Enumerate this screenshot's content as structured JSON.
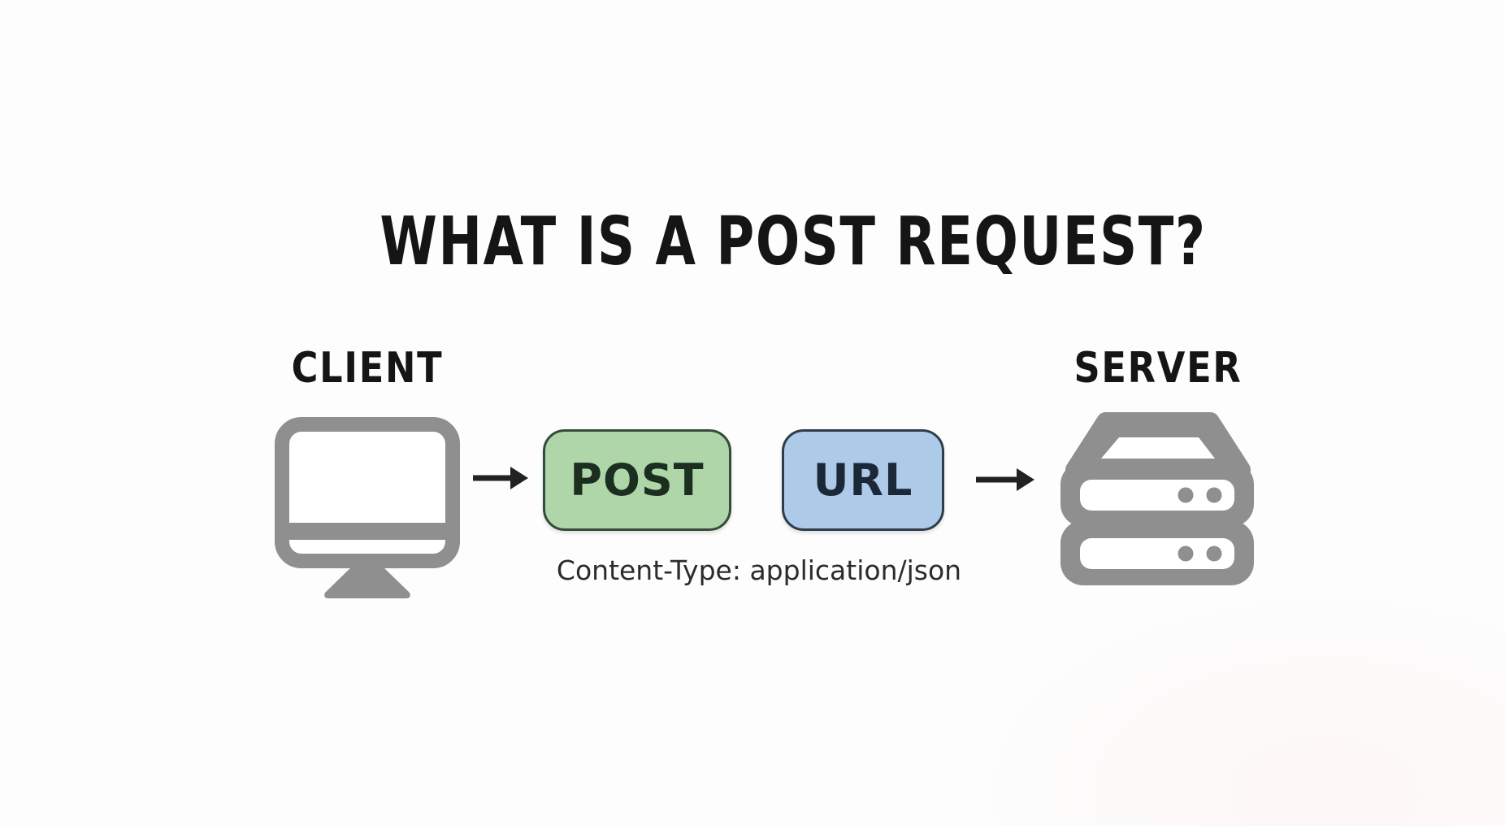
{
  "title": "WHAT IS A POST REQUEST?",
  "diagram": {
    "client": {
      "label": "CLIENT",
      "icon": "monitor-icon"
    },
    "server": {
      "label": "SERVER",
      "icon": "server-icon"
    },
    "method_badge": "POST",
    "url_badge": "URL",
    "content_type": "Content-Type: application/json"
  },
  "colors": {
    "background": "#fdfdfd",
    "icon_gray": "#8f8f8f",
    "ink": "#151515",
    "post_fill": "#aed6a9",
    "post_border": "#344c3b",
    "post_text": "#1b2e20",
    "url_fill": "#adcbe8",
    "url_border": "#2e3c4d",
    "url_text": "#1b2836",
    "arrow": "#212121"
  }
}
